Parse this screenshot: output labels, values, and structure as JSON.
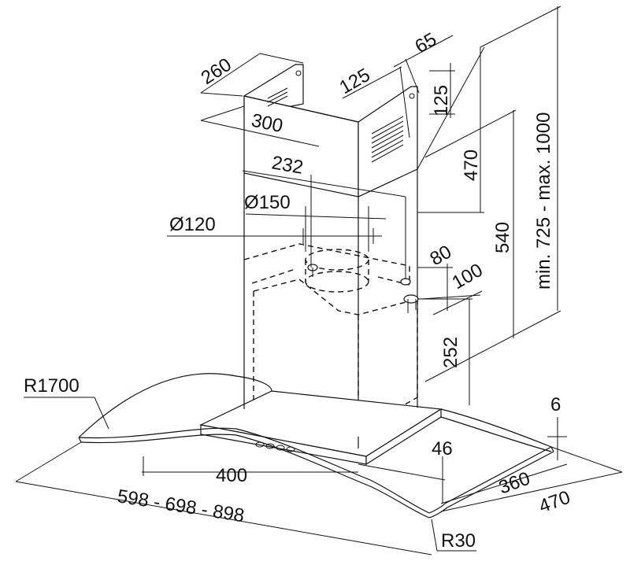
{
  "title": "Cooker hood dimension drawing",
  "dimensions": {
    "chimney_depth": "260",
    "chimney_width": "300",
    "vent_offset": "65",
    "vent_width": "125",
    "vent_height": "125",
    "chimney_upper_height": "470",
    "outlet_spacing": "232",
    "outlet_diameter_large": "Ø150",
    "outlet_diameter_small": "Ø120",
    "bracket_offset_80": "80",
    "bracket_offset_100": "100",
    "height_540": "540",
    "total_height_range": "min. 725 - max. 1000",
    "body_height": "252",
    "glass_radius": "R1700",
    "glass_thickness": "6",
    "body_front_offset": "46",
    "body_width": "400",
    "glass_depth_inner": "360",
    "glass_depth_outer": "470",
    "hood_width_options": "598 - 698 - 898",
    "corner_radius": "R30"
  },
  "colors": {
    "line": "#111111",
    "background": "#ffffff"
  }
}
